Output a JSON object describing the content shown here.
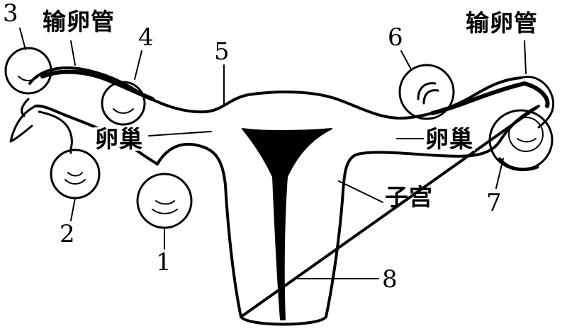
{
  "labels": {
    "tube_left": "输卵管",
    "tube_right": "输卵管",
    "ovary_left": "卵巢",
    "ovary_right": "卵巢",
    "uterus": "子宫",
    "n1": "1",
    "n2": "2",
    "n3": "3",
    "n4": "4",
    "n5": "5",
    "n6": "6",
    "n7": "7",
    "n8": "8"
  },
  "colors": {
    "ink": "#000000",
    "paper": "#ffffff"
  }
}
